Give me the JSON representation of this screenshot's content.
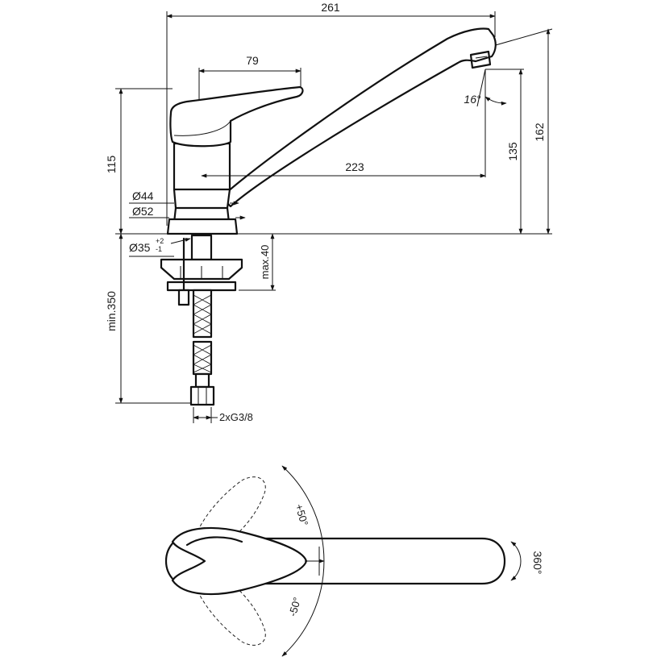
{
  "side_view": {
    "dim_total_width": "261",
    "dim_lever_length": "79",
    "dim_spout_reach": "223",
    "dim_body_height": "115",
    "dim_spout_outlet_height": "135",
    "dim_total_height": "162",
    "dim_spout_angle": "16°",
    "dim_body_diameter": "Ø44",
    "dim_base_diameter": "Ø52",
    "dim_hole_diameter": "Ø35",
    "dim_hole_tolerance_plus": "+2",
    "dim_hole_tolerance_minus": "-1",
    "dim_max_deck_thickness": "max.40",
    "dim_min_hose_length": "min.350",
    "dim_connection": "2xG3/8"
  },
  "top_view": {
    "angle_plus": "+50°",
    "angle_minus": "-50°",
    "rotation": "360°"
  }
}
